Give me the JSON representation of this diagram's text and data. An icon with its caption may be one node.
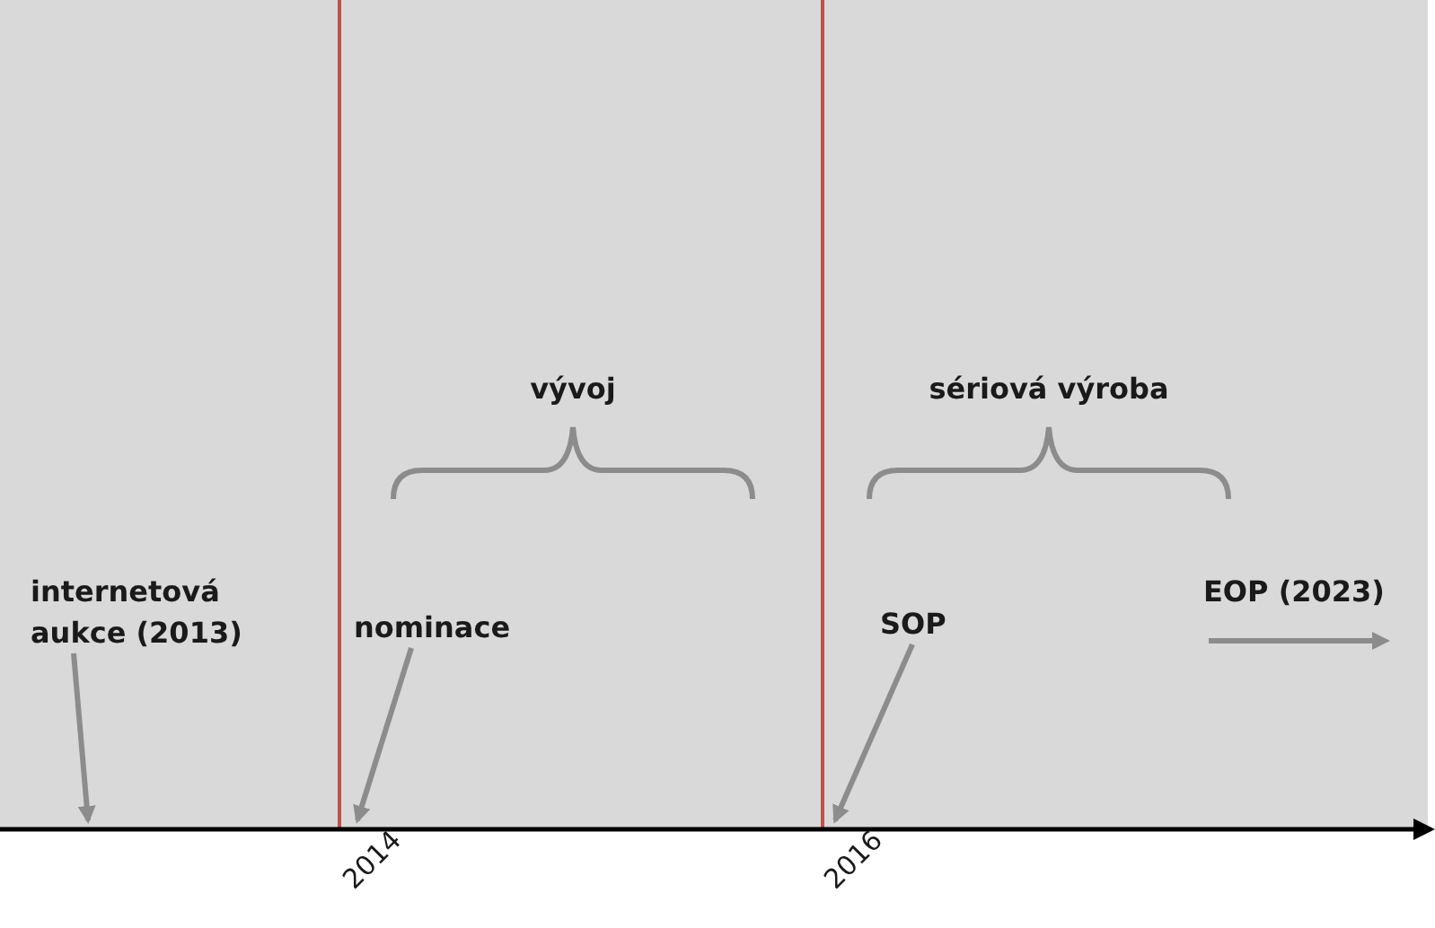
{
  "diagram": {
    "nodes": [
      {
        "text": [
          "internetová aukce (2013)"
        ]
      },
      {
        "text": [
          "nominace"
        ]
      },
      {
        "text": [
          "SOP"
        ]
      },
      {
        "text": [
          "EOP (2023)"
        ]
      },
      {
        "text": [],
        "shape": "line"
      }
    ],
    "edges": [
      {
        "from": 0,
        "to": 4,
        "arrow": "to"
      },
      {
        "from": 1,
        "to": 4,
        "arrow": "to"
      },
      {
        "from": 2,
        "to": 4,
        "arrow": "to"
      }
    ],
    "labels": [
      "vývoj",
      "sériová výroba",
      "2014",
      "2016"
    ]
  }
}
